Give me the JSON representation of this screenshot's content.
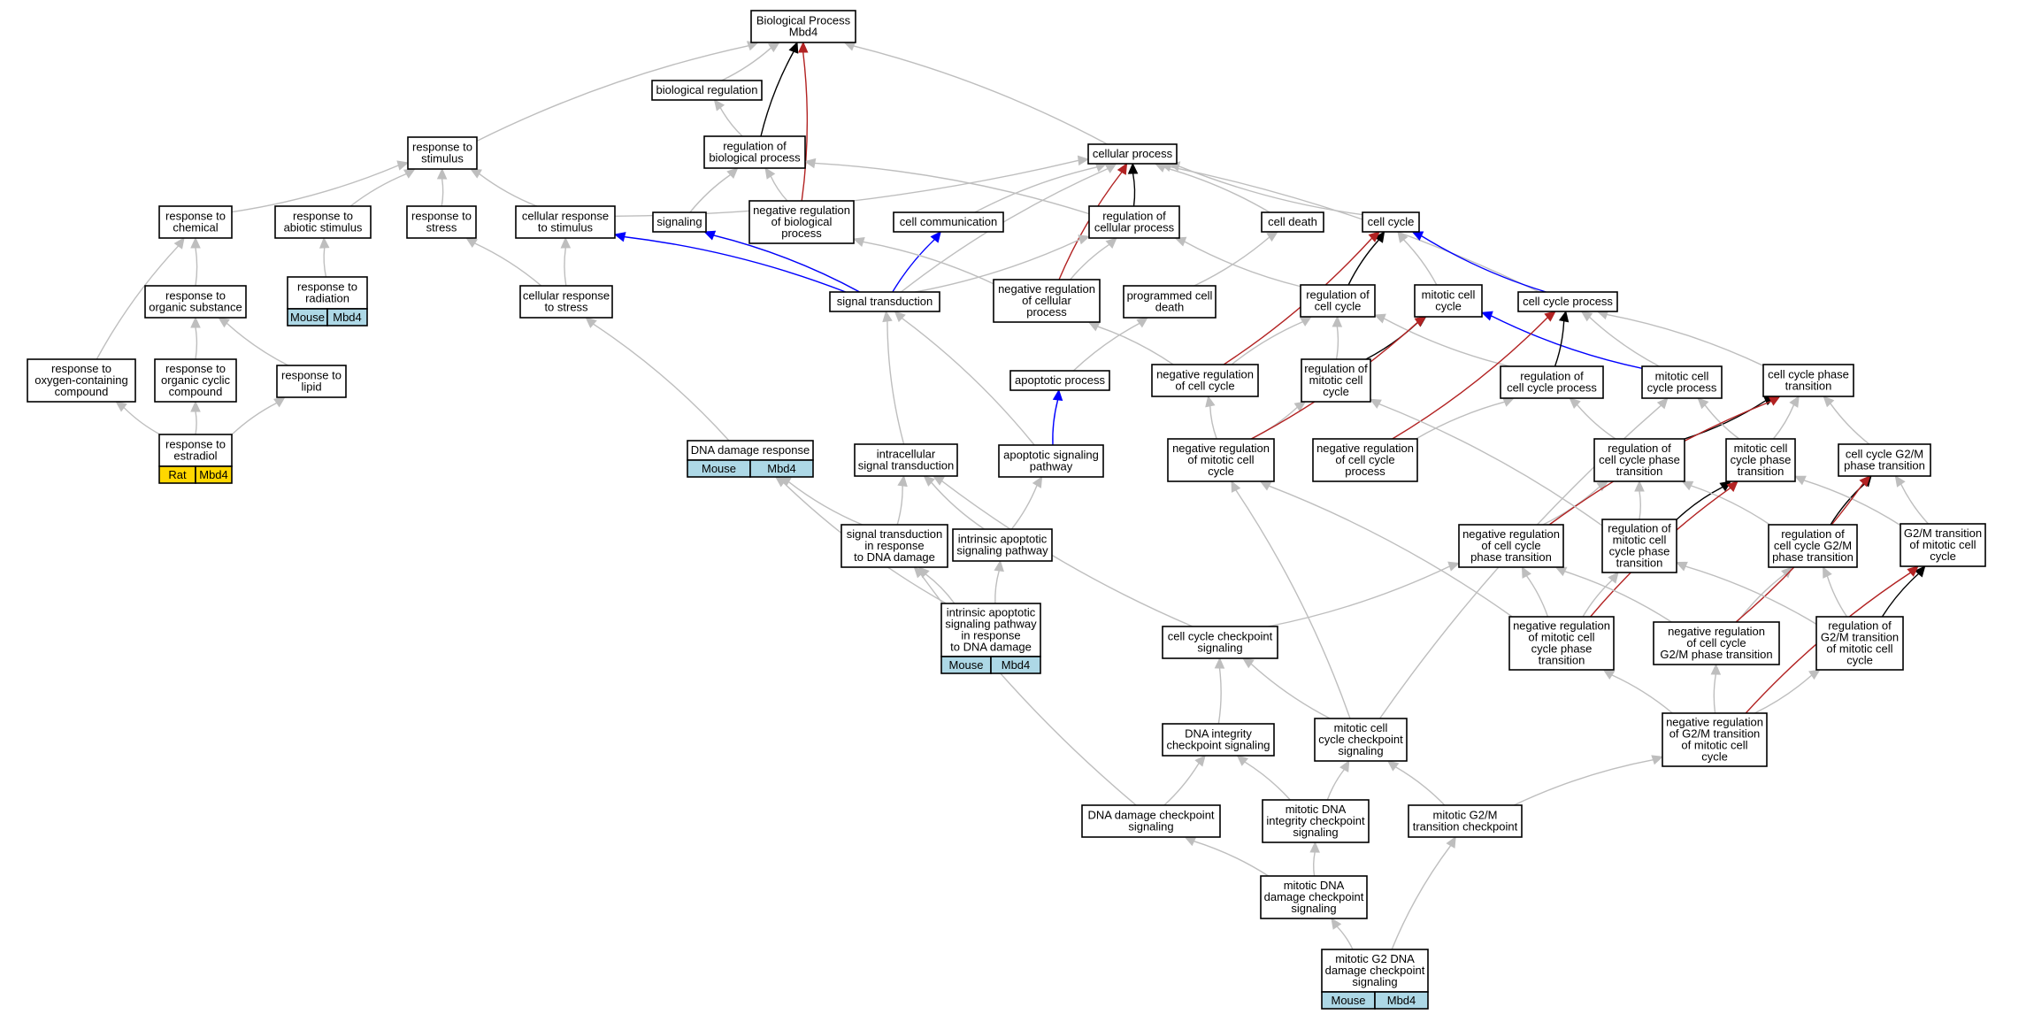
{
  "colors": {
    "is_a": "#bebebe",
    "part_of": "#000000",
    "regulates": "#0000ff",
    "negatively_regulates": "#b22222",
    "tag_mouse": "#add8e6",
    "tag_rat": "#ffd700"
  },
  "nodes": [
    {
      "id": "bp",
      "lines": [
        "Biological Process",
        "Mbd4"
      ]
    },
    {
      "id": "br",
      "lines": [
        "biological regulation"
      ]
    },
    {
      "id": "rbp",
      "lines": [
        "regulation of",
        "biological process"
      ]
    },
    {
      "id": "cp",
      "lines": [
        "cellular process"
      ]
    },
    {
      "id": "rts",
      "lines": [
        "response to",
        "stimulus"
      ]
    },
    {
      "id": "rtc",
      "lines": [
        "response to",
        "chemical"
      ]
    },
    {
      "id": "rtas",
      "lines": [
        "response to",
        "abiotic stimulus"
      ]
    },
    {
      "id": "rtst",
      "lines": [
        "response to",
        "stress"
      ]
    },
    {
      "id": "crts",
      "lines": [
        "cellular response",
        "to stimulus"
      ]
    },
    {
      "id": "sig",
      "lines": [
        "signaling"
      ]
    },
    {
      "id": "nrbp",
      "lines": [
        "negative regulation",
        "of biological",
        "process"
      ]
    },
    {
      "id": "cc",
      "lines": [
        "cell communication"
      ]
    },
    {
      "id": "rcp",
      "lines": [
        "regulation of",
        "cellular process"
      ]
    },
    {
      "id": "cd",
      "lines": [
        "cell death"
      ]
    },
    {
      "id": "cyc",
      "lines": [
        "cell cycle"
      ]
    },
    {
      "id": "rtr",
      "lines": [
        "response to",
        "radiation"
      ],
      "tag": [
        "Mouse",
        "Mbd4"
      ]
    },
    {
      "id": "rtos",
      "lines": [
        "response to",
        "organic substance"
      ]
    },
    {
      "id": "crtst",
      "lines": [
        "cellular response",
        "to stress"
      ]
    },
    {
      "id": "st",
      "lines": [
        "signal transduction"
      ]
    },
    {
      "id": "nrcp",
      "lines": [
        "negative regulation",
        "of cellular",
        "process"
      ]
    },
    {
      "id": "pcd",
      "lines": [
        "programmed cell",
        "death"
      ]
    },
    {
      "id": "rcc",
      "lines": [
        "regulation of",
        "cell cycle"
      ]
    },
    {
      "id": "mcc",
      "lines": [
        "mitotic cell",
        "cycle"
      ]
    },
    {
      "id": "ccp",
      "lines": [
        "cell cycle process"
      ]
    },
    {
      "id": "rtocc",
      "lines": [
        "response to",
        "oxygen-containing",
        "compound"
      ]
    },
    {
      "id": "rtoc",
      "lines": [
        "response to",
        "organic cyclic",
        "compound"
      ]
    },
    {
      "id": "rtl",
      "lines": [
        "response to",
        "lipid"
      ]
    },
    {
      "id": "ap",
      "lines": [
        "apoptotic process"
      ]
    },
    {
      "id": "nrcc",
      "lines": [
        "negative regulation",
        "of cell cycle"
      ]
    },
    {
      "id": "rmcc",
      "lines": [
        "regulation of",
        "mitotic cell",
        "cycle"
      ]
    },
    {
      "id": "rccp",
      "lines": [
        "regulation of",
        "cell cycle process"
      ]
    },
    {
      "id": "mccp",
      "lines": [
        "mitotic cell",
        "cycle process"
      ]
    },
    {
      "id": "ccpt",
      "lines": [
        "cell cycle phase",
        "transition"
      ]
    },
    {
      "id": "rte",
      "lines": [
        "response to",
        "estradiol"
      ],
      "tag": [
        "Rat",
        "Mbd4"
      ],
      "tagColor": "rat"
    },
    {
      "id": "ddr",
      "lines": [
        "DNA damage response"
      ],
      "tag": [
        "Mouse",
        "Mbd4"
      ]
    },
    {
      "id": "ist",
      "lines": [
        "intracellular",
        "signal transduction"
      ]
    },
    {
      "id": "asp",
      "lines": [
        "apoptotic signaling",
        "pathway"
      ]
    },
    {
      "id": "nrmcc",
      "lines": [
        "negative regulation",
        "of mitotic cell",
        "cycle"
      ]
    },
    {
      "id": "nrccp",
      "lines": [
        "negative regulation",
        "of cell cycle",
        "process"
      ]
    },
    {
      "id": "rccpt",
      "lines": [
        "regulation of",
        "cell cycle phase",
        "transition"
      ]
    },
    {
      "id": "mccpt",
      "lines": [
        "mitotic cell",
        "cycle phase",
        "transition"
      ]
    },
    {
      "id": "g2mpt",
      "lines": [
        "cell cycle G2/M",
        "phase transition"
      ]
    },
    {
      "id": "strdd",
      "lines": [
        "signal transduction",
        "in response",
        "to DNA damage"
      ]
    },
    {
      "id": "iasp",
      "lines": [
        "intrinsic apoptotic",
        "signaling pathway"
      ]
    },
    {
      "id": "nrccpt",
      "lines": [
        "negative regulation",
        "of cell cycle",
        "phase transition"
      ]
    },
    {
      "id": "rmccpt",
      "lines": [
        "regulation of",
        "mitotic cell",
        "cycle phase",
        "transition"
      ]
    },
    {
      "id": "rg2m",
      "lines": [
        "regulation of",
        "cell cycle G2/M",
        "phase transition"
      ]
    },
    {
      "id": "g2mmcc",
      "lines": [
        "G2/M transition",
        "of mitotic cell",
        "cycle"
      ]
    },
    {
      "id": "iaspdd",
      "lines": [
        "intrinsic apoptotic",
        "signaling pathway",
        "in response",
        "to DNA damage"
      ],
      "tag": [
        "Mouse",
        "Mbd4"
      ]
    },
    {
      "id": "cccs",
      "lines": [
        "cell cycle checkpoint",
        "signaling"
      ]
    },
    {
      "id": "nrmccpt",
      "lines": [
        "negative regulation",
        "of mitotic cell",
        "cycle phase",
        "transition"
      ]
    },
    {
      "id": "nrg2m",
      "lines": [
        "negative regulation",
        "of cell cycle",
        "G2/M phase transition"
      ]
    },
    {
      "id": "rg2mmcc",
      "lines": [
        "regulation of",
        "G2/M transition",
        "of mitotic cell",
        "cycle"
      ]
    },
    {
      "id": "dics",
      "lines": [
        "DNA integrity",
        "checkpoint signaling"
      ]
    },
    {
      "id": "mcccs",
      "lines": [
        "mitotic cell",
        "cycle checkpoint",
        "signaling"
      ]
    },
    {
      "id": "nrg2mmcc",
      "lines": [
        "negative regulation",
        "of G2/M transition",
        "of mitotic cell",
        "cycle"
      ]
    },
    {
      "id": "ddcs",
      "lines": [
        "DNA damage checkpoint",
        "signaling"
      ]
    },
    {
      "id": "mdics",
      "lines": [
        "mitotic DNA",
        "integrity checkpoint",
        "signaling"
      ]
    },
    {
      "id": "mg2mtc",
      "lines": [
        "mitotic G2/M",
        "transition checkpoint"
      ]
    },
    {
      "id": "mddcs",
      "lines": [
        "mitotic DNA",
        "damage checkpoint",
        "signaling"
      ]
    },
    {
      "id": "mg2ddcs",
      "lines": [
        "mitotic G2 DNA",
        "damage checkpoint",
        "signaling"
      ],
      "tag": [
        "Mouse",
        "Mbd4"
      ]
    }
  ],
  "edges": [
    {
      "from": "br",
      "to": "bp",
      "type": "is_a"
    },
    {
      "from": "rts",
      "to": "bp",
      "type": "is_a"
    },
    {
      "from": "cp",
      "to": "bp",
      "type": "is_a"
    },
    {
      "from": "rbp",
      "to": "bp",
      "type": "part_of"
    },
    {
      "from": "nrbp",
      "to": "bp",
      "type": "negatively_regulates"
    },
    {
      "from": "rbp",
      "to": "br",
      "type": "is_a"
    },
    {
      "from": "rcp",
      "to": "rbp",
      "type": "is_a"
    },
    {
      "from": "nrbp",
      "to": "rbp",
      "type": "is_a"
    },
    {
      "from": "rtc",
      "to": "rts",
      "type": "is_a"
    },
    {
      "from": "rtas",
      "to": "rts",
      "type": "is_a"
    },
    {
      "from": "rtst",
      "to": "rts",
      "type": "is_a"
    },
    {
      "from": "crts",
      "to": "rts",
      "type": "is_a"
    },
    {
      "from": "crts",
      "to": "cp",
      "type": "is_a"
    },
    {
      "from": "cc",
      "to": "cp",
      "type": "is_a"
    },
    {
      "from": "rcp",
      "to": "cp",
      "type": "part_of"
    },
    {
      "from": "nrcp",
      "to": "cp",
      "type": "negatively_regulates"
    },
    {
      "from": "cd",
      "to": "cp",
      "type": "is_a"
    },
    {
      "from": "cyc",
      "to": "cp",
      "type": "is_a"
    },
    {
      "from": "ccp",
      "to": "cp",
      "type": "is_a"
    },
    {
      "from": "st",
      "to": "cp",
      "type": "is_a"
    },
    {
      "from": "st",
      "to": "sig",
      "type": "is_a"
    },
    {
      "from": "rtr",
      "to": "rtas",
      "type": "is_a"
    },
    {
      "from": "rtos",
      "to": "rtc",
      "type": "is_a"
    },
    {
      "from": "rtocc",
      "to": "rtc",
      "type": "is_a"
    },
    {
      "from": "rtoc",
      "to": "rtos",
      "type": "is_a"
    },
    {
      "from": "rtl",
      "to": "rtos",
      "type": "is_a"
    },
    {
      "from": "crtst",
      "to": "rtst",
      "type": "is_a"
    },
    {
      "from": "crtst",
      "to": "crts",
      "type": "is_a"
    },
    {
      "from": "st",
      "to": "crts",
      "type": "regulates"
    },
    {
      "from": "sig",
      "to": "rbp",
      "type": "is_a"
    },
    {
      "from": "st",
      "to": "sig",
      "type": "regulates"
    },
    {
      "from": "st",
      "to": "cc",
      "type": "regulates"
    },
    {
      "from": "st",
      "to": "rcp",
      "type": "is_a"
    },
    {
      "from": "nrcp",
      "to": "rcp",
      "type": "is_a"
    },
    {
      "from": "nrcp",
      "to": "nrbp",
      "type": "is_a"
    },
    {
      "from": "rcc",
      "to": "rcp",
      "type": "is_a"
    },
    {
      "from": "pcd",
      "to": "cd",
      "type": "is_a"
    },
    {
      "from": "rcc",
      "to": "cyc",
      "type": "part_of"
    },
    {
      "from": "mcc",
      "to": "cyc",
      "type": "is_a"
    },
    {
      "from": "ccp",
      "to": "cyc",
      "type": "regulates"
    },
    {
      "from": "nrcc",
      "to": "cyc",
      "type": "negatively_regulates"
    },
    {
      "from": "ap",
      "to": "pcd",
      "type": "is_a"
    },
    {
      "from": "rmcc",
      "to": "rcc",
      "type": "is_a"
    },
    {
      "from": "nrcc",
      "to": "rcc",
      "type": "is_a"
    },
    {
      "from": "rmcc",
      "to": "mcc",
      "type": "part_of"
    },
    {
      "from": "mccp",
      "to": "mcc",
      "type": "regulates"
    },
    {
      "from": "rccp",
      "to": "ccp",
      "type": "part_of"
    },
    {
      "from": "mccp",
      "to": "ccp",
      "type": "is_a"
    },
    {
      "from": "ccpt",
      "to": "ccp",
      "type": "is_a"
    },
    {
      "from": "rccp",
      "to": "rcc",
      "type": "is_a"
    },
    {
      "from": "nrcc",
      "to": "nrcp",
      "type": "is_a"
    },
    {
      "from": "rte",
      "to": "rtocc",
      "type": "is_a"
    },
    {
      "from": "rte",
      "to": "rtoc",
      "type": "is_a"
    },
    {
      "from": "rte",
      "to": "rtl",
      "type": "is_a"
    },
    {
      "from": "ddr",
      "to": "crtst",
      "type": "is_a"
    },
    {
      "from": "asp",
      "to": "ap",
      "type": "regulates"
    },
    {
      "from": "asp",
      "to": "st",
      "type": "is_a"
    },
    {
      "from": "ist",
      "to": "st",
      "type": "is_a"
    },
    {
      "from": "nrmcc",
      "to": "rmcc",
      "type": "is_a"
    },
    {
      "from": "nrmcc",
      "to": "nrcc",
      "type": "is_a"
    },
    {
      "from": "nrmcc",
      "to": "mcc",
      "type": "negatively_regulates"
    },
    {
      "from": "nrccp",
      "to": "rccp",
      "type": "is_a"
    },
    {
      "from": "nrccp",
      "to": "ccp",
      "type": "negatively_regulates"
    },
    {
      "from": "rccpt",
      "to": "rccp",
      "type": "is_a"
    },
    {
      "from": "rccpt",
      "to": "ccpt",
      "type": "part_of"
    },
    {
      "from": "mccpt",
      "to": "mccp",
      "type": "is_a"
    },
    {
      "from": "mccpt",
      "to": "ccpt",
      "type": "is_a"
    },
    {
      "from": "g2mpt",
      "to": "ccpt",
      "type": "is_a"
    },
    {
      "from": "strdd",
      "to": "ist",
      "type": "is_a"
    },
    {
      "from": "strdd",
      "to": "ddr",
      "type": "is_a"
    },
    {
      "from": "iasp",
      "to": "asp",
      "type": "is_a"
    },
    {
      "from": "iasp",
      "to": "ist",
      "type": "is_a"
    },
    {
      "from": "nrccpt",
      "to": "rccpt",
      "type": "is_a"
    },
    {
      "from": "nrccpt",
      "to": "ccpt",
      "type": "negatively_regulates"
    },
    {
      "from": "rmccpt",
      "to": "rccpt",
      "type": "is_a"
    },
    {
      "from": "rmccpt",
      "to": "mccpt",
      "type": "part_of"
    },
    {
      "from": "rmccpt",
      "to": "rmcc",
      "type": "is_a"
    },
    {
      "from": "rg2m",
      "to": "g2mpt",
      "type": "part_of"
    },
    {
      "from": "rg2m",
      "to": "rccpt",
      "type": "is_a"
    },
    {
      "from": "g2mmcc",
      "to": "g2mpt",
      "type": "is_a"
    },
    {
      "from": "g2mmcc",
      "to": "mccpt",
      "type": "is_a"
    },
    {
      "from": "iaspdd",
      "to": "iasp",
      "type": "is_a"
    },
    {
      "from": "iaspdd",
      "to": "strdd",
      "type": "is_a"
    },
    {
      "from": "iaspdd",
      "to": "ddr",
      "type": "is_a"
    },
    {
      "from": "cccs",
      "to": "nrccpt",
      "type": "is_a"
    },
    {
      "from": "cccs",
      "to": "ist",
      "type": "is_a"
    },
    {
      "from": "nrmccpt",
      "to": "nrccpt",
      "type": "is_a"
    },
    {
      "from": "nrmccpt",
      "to": "rmccpt",
      "type": "is_a"
    },
    {
      "from": "nrmccpt",
      "to": "nrmcc",
      "type": "is_a"
    },
    {
      "from": "nrmccpt",
      "to": "mccpt",
      "type": "negatively_regulates"
    },
    {
      "from": "nrg2m",
      "to": "nrccpt",
      "type": "is_a"
    },
    {
      "from": "nrg2m",
      "to": "rg2m",
      "type": "is_a"
    },
    {
      "from": "nrg2m",
      "to": "g2mpt",
      "type": "negatively_regulates"
    },
    {
      "from": "rg2mmcc",
      "to": "rg2m",
      "type": "is_a"
    },
    {
      "from": "rg2mmcc",
      "to": "rmccpt",
      "type": "is_a"
    },
    {
      "from": "rg2mmcc",
      "to": "g2mmcc",
      "type": "part_of"
    },
    {
      "from": "dics",
      "to": "cccs",
      "type": "is_a"
    },
    {
      "from": "mcccs",
      "to": "cccs",
      "type": "is_a"
    },
    {
      "from": "mcccs",
      "to": "nrmcc",
      "type": "is_a"
    },
    {
      "from": "mcccs",
      "to": "mccp",
      "type": "is_a"
    },
    {
      "from": "nrg2mmcc",
      "to": "nrmccpt",
      "type": "is_a"
    },
    {
      "from": "nrg2mmcc",
      "to": "nrg2m",
      "type": "is_a"
    },
    {
      "from": "nrg2mmcc",
      "to": "rg2mmcc",
      "type": "is_a"
    },
    {
      "from": "nrg2mmcc",
      "to": "g2mmcc",
      "type": "negatively_regulates"
    },
    {
      "from": "ddcs",
      "to": "dics",
      "type": "is_a"
    },
    {
      "from": "ddcs",
      "to": "strdd",
      "type": "is_a"
    },
    {
      "from": "mdics",
      "to": "dics",
      "type": "is_a"
    },
    {
      "from": "mdics",
      "to": "mcccs",
      "type": "is_a"
    },
    {
      "from": "mg2mtc",
      "to": "mcccs",
      "type": "is_a"
    },
    {
      "from": "mg2mtc",
      "to": "nrg2mmcc",
      "type": "is_a"
    },
    {
      "from": "mddcs",
      "to": "ddcs",
      "type": "is_a"
    },
    {
      "from": "mddcs",
      "to": "mdics",
      "type": "is_a"
    },
    {
      "from": "mg2ddcs",
      "to": "mddcs",
      "type": "is_a"
    },
    {
      "from": "mg2ddcs",
      "to": "mg2mtc",
      "type": "is_a"
    }
  ]
}
